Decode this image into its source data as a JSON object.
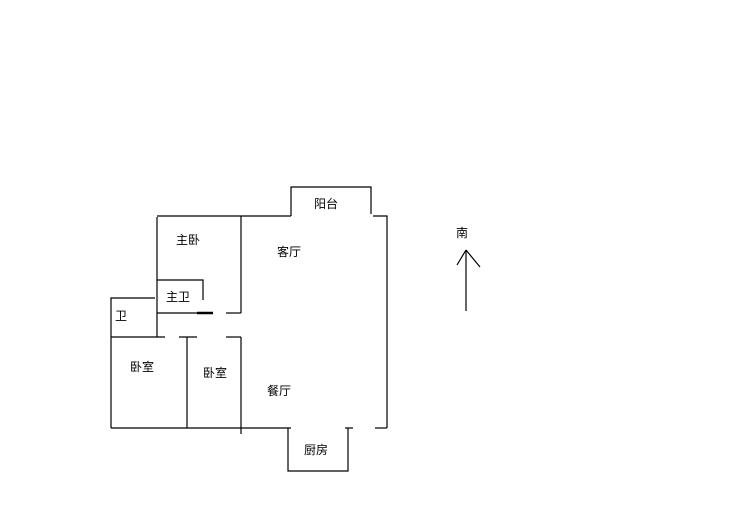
{
  "plan": {
    "rooms": {
      "balcony": "阳台",
      "master_bedroom": "主卧",
      "living_room": "客厅",
      "master_bath": "主卫",
      "bath": "卫",
      "bedroom_1": "卧室",
      "bedroom_2": "卧室",
      "dining_room": "餐厅",
      "kitchen": "厨房"
    },
    "compass": {
      "label": "南"
    }
  }
}
